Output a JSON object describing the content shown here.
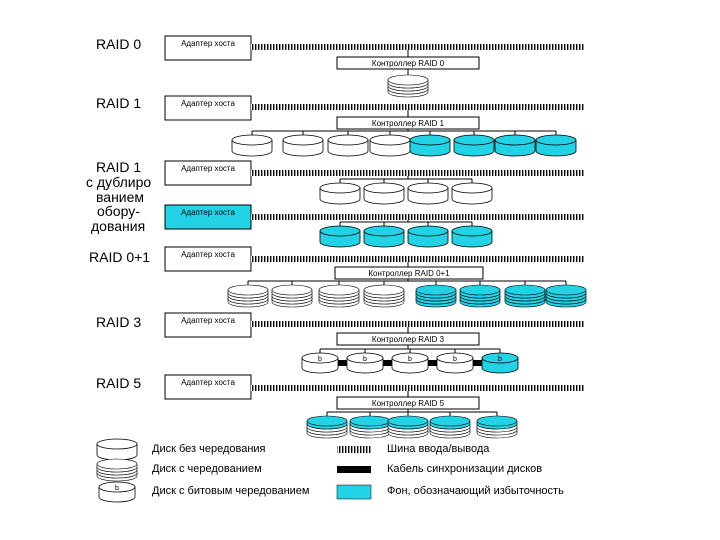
{
  "colors": {
    "redundancy": "#22d3e6",
    "line": "#000000",
    "plain": "#ffffff"
  },
  "levels": [
    {
      "label_lines": [
        "RAID 0"
      ],
      "host_adapters": [
        {
          "text": "Адаптер хоста",
          "highlight": false
        }
      ],
      "controller": "Контроллер RAID 0",
      "disk_kind": "striped",
      "disks": [
        {
          "type": "striped",
          "highlight": false
        }
      ]
    },
    {
      "label_lines": [
        "RAID 1"
      ],
      "host_adapters": [
        {
          "text": "Адаптер хоста",
          "highlight": false
        }
      ],
      "controller": "Контроллер RAID 1",
      "disks": [
        {
          "type": "plain",
          "highlight": false
        },
        {
          "type": "plain",
          "highlight": false
        },
        {
          "type": "plain",
          "highlight": false
        },
        {
          "type": "plain",
          "highlight": false
        },
        {
          "type": "plain",
          "highlight": true
        },
        {
          "type": "plain",
          "highlight": true
        },
        {
          "type": "plain",
          "highlight": true
        },
        {
          "type": "plain",
          "highlight": true
        }
      ]
    },
    {
      "label_lines": [
        "RAID 1",
        "с дублиро",
        "ванием",
        "обору-",
        "дования"
      ],
      "host_adapters": [
        {
          "text": "Адаптер хоста",
          "highlight": false
        },
        {
          "text": "Адаптер хоста",
          "highlight": true
        }
      ],
      "controller": "",
      "disks_top": [
        {
          "type": "plain",
          "highlight": false
        },
        {
          "type": "plain",
          "highlight": false
        },
        {
          "type": "plain",
          "highlight": false
        },
        {
          "type": "plain",
          "highlight": false
        }
      ],
      "disks_bottom": [
        {
          "type": "plain",
          "highlight": true
        },
        {
          "type": "plain",
          "highlight": true
        },
        {
          "type": "plain",
          "highlight": true
        },
        {
          "type": "plain",
          "highlight": true
        }
      ]
    },
    {
      "label_lines": [
        "RAID 0+1"
      ],
      "host_adapters": [
        {
          "text": "Адаптер хоста",
          "highlight": false
        }
      ],
      "controller": "Контроллер RAID 0+1",
      "disks": [
        {
          "type": "striped",
          "highlight": false
        },
        {
          "type": "striped",
          "highlight": false
        },
        {
          "type": "striped",
          "highlight": false
        },
        {
          "type": "striped",
          "highlight": false
        },
        {
          "type": "striped",
          "highlight": true
        },
        {
          "type": "striped",
          "highlight": true
        },
        {
          "type": "striped",
          "highlight": true
        },
        {
          "type": "striped",
          "highlight": true
        }
      ]
    },
    {
      "label_lines": [
        "RAID 3"
      ],
      "host_adapters": [
        {
          "text": "Адаптер хоста",
          "highlight": false
        }
      ],
      "controller": "Контроллер RAID 3",
      "disks": [
        {
          "type": "bit",
          "highlight": false,
          "mark": "b"
        },
        {
          "type": "bit",
          "highlight": false,
          "mark": "b"
        },
        {
          "type": "bit",
          "highlight": false,
          "mark": "b"
        },
        {
          "type": "bit",
          "highlight": false,
          "mark": "b"
        },
        {
          "type": "bit",
          "highlight": true,
          "mark": "b"
        }
      ]
    },
    {
      "label_lines": [
        "RAID 5"
      ],
      "host_adapters": [
        {
          "text": "Адаптер хоста",
          "highlight": false
        }
      ],
      "controller": "Контроллер RAID 5",
      "disks": [
        {
          "type": "striped",
          "highlight": "partial"
        },
        {
          "type": "striped",
          "highlight": "partial"
        },
        {
          "type": "striped",
          "highlight": "partial"
        },
        {
          "type": "striped",
          "highlight": "partial"
        },
        {
          "type": "striped",
          "highlight": "partial"
        }
      ]
    }
  ],
  "legend": [
    {
      "icon": "plain-disk",
      "text": "Диск без чередования"
    },
    {
      "icon": "striped-disk",
      "text": "Диск с чередованием"
    },
    {
      "icon": "bit-disk",
      "text": "Диск с битовым чередованием",
      "mark": "b"
    },
    {
      "icon": "io-bus",
      "text": "Шина ввода/вывода"
    },
    {
      "icon": "sync-cable",
      "text": "Кабель синхронизации дисков"
    },
    {
      "icon": "redundancy-fill",
      "text": "Фон, обозначающий избыточность"
    }
  ]
}
